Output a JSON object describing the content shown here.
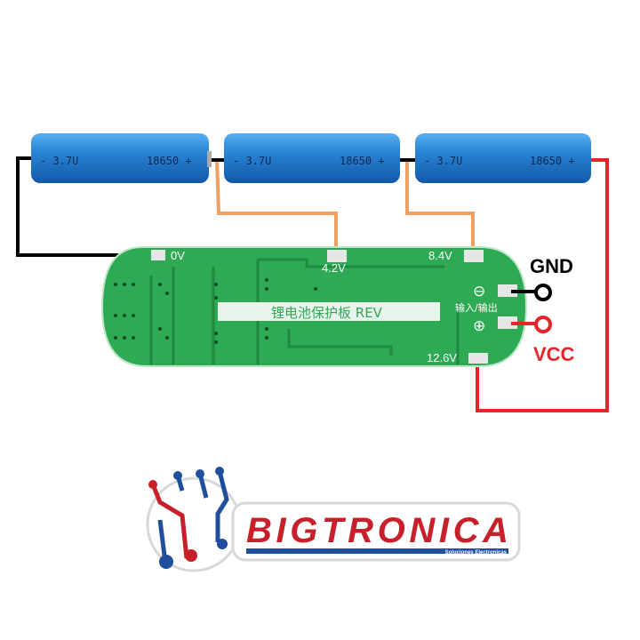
{
  "batteries": [
    {
      "voltage_label": "- 3.7U",
      "model_label": "18650 +"
    },
    {
      "voltage_label": "- 3.7U",
      "model_label": "18650 +"
    },
    {
      "voltage_label": "- 3.7U",
      "model_label": "18650 +"
    }
  ],
  "board": {
    "pads": {
      "p0": "0V",
      "p1": "4.2V",
      "p2": "8.4V",
      "p3": "12.6V"
    },
    "silkscreen": "锂电池保护板 REV",
    "io_label": "输入/输出",
    "minus_symbol": "⊖",
    "plus_symbol": "⊕"
  },
  "terminals": {
    "gnd": "GND",
    "vcc": "VCC"
  },
  "logo": {
    "name": "BIGTRONICA",
    "tagline": "Soluciones Electronicas"
  },
  "colors": {
    "battery": "#1f78c8",
    "board": "#2eaa55",
    "wire_black": "#000000",
    "wire_orange": "#f0a060",
    "wire_red": "#e8242a",
    "logo_red": "#c8202a",
    "logo_blue": "#1e4e9c"
  }
}
